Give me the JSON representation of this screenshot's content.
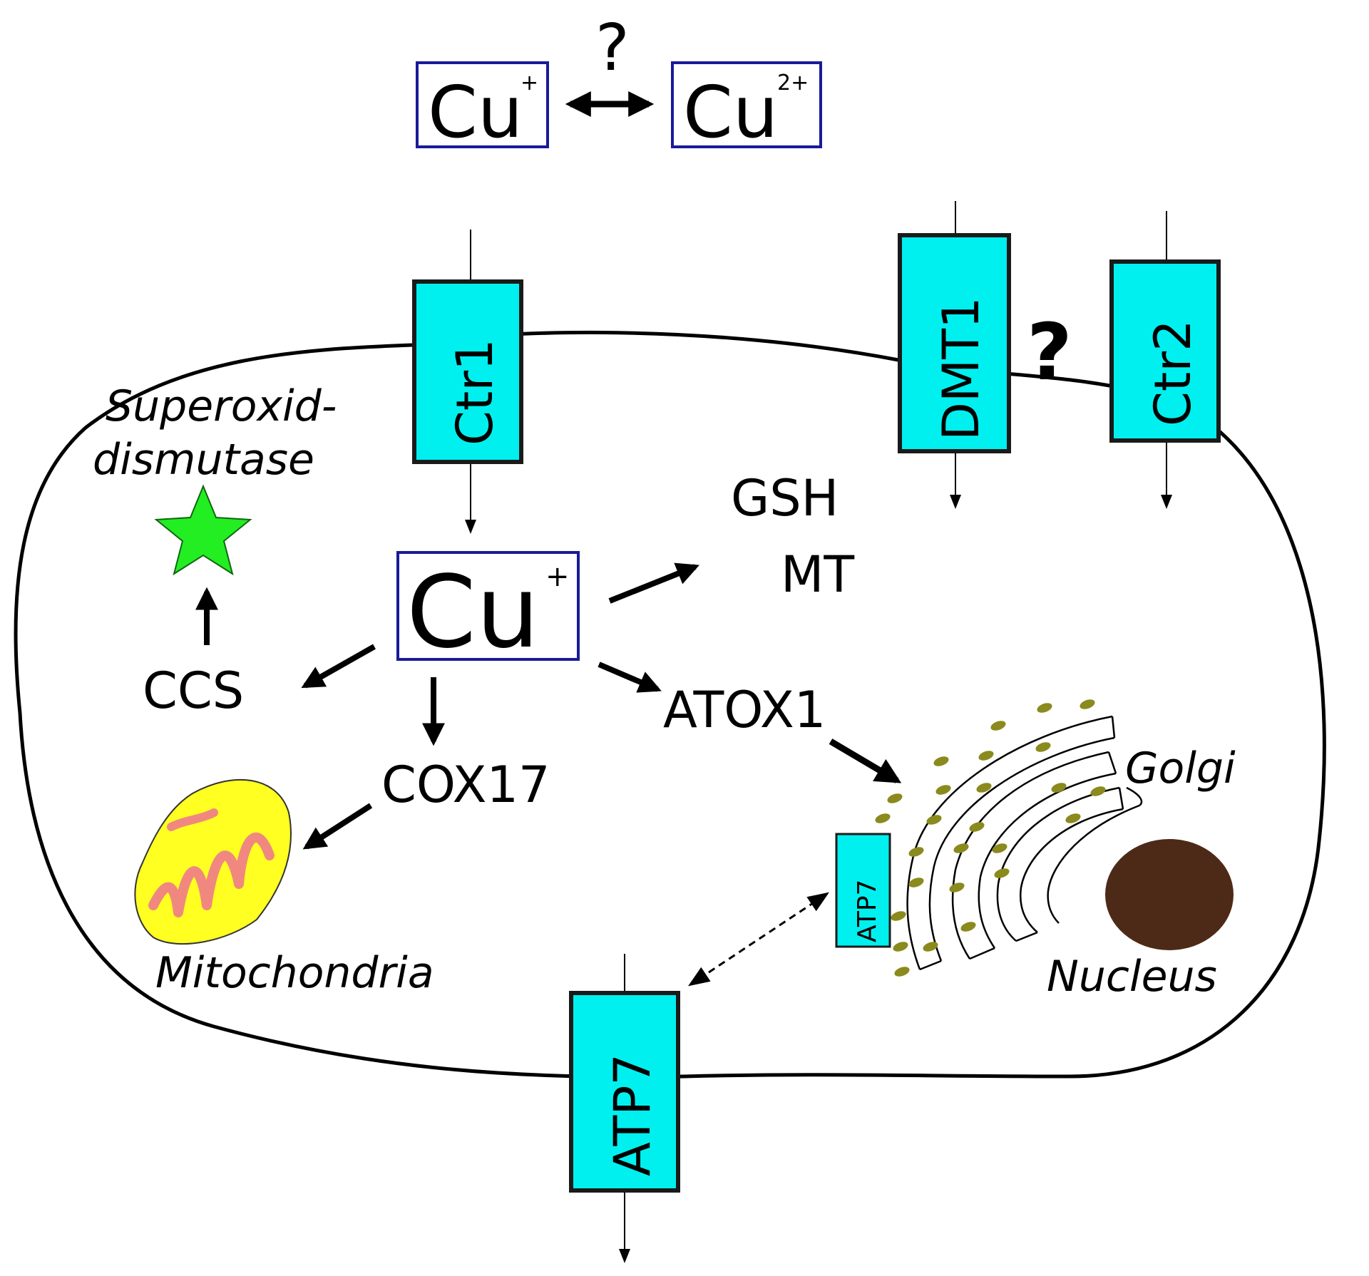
{
  "extracellular": {
    "cu_plus": {
      "base": "Cu",
      "charge": "+"
    },
    "cu_2plus": {
      "base": "Cu",
      "charge": "2+"
    },
    "equilibrium_question": "?"
  },
  "transporters": {
    "ctr1": "Ctr1",
    "dmt1": "DMT1",
    "ctr2": "Ctr2",
    "atp7_membrane": "ATP7",
    "atp7_golgi": "ATP7",
    "dmt1_ctr2_question": "?"
  },
  "cytosol": {
    "cu_plus": {
      "base": "Cu",
      "charge": "+"
    },
    "chaperones": {
      "gsh": "GSH",
      "mt": "MT",
      "ccs": "CCS",
      "cox17": "COX17",
      "atox1": "ATOX1"
    }
  },
  "organelles": {
    "sod_line1": "Superoxid-",
    "sod_line2": "dismutase",
    "mitochondria": "Mitochondria",
    "golgi": "Golgi",
    "nucleus": "Nucleus"
  },
  "colors": {
    "transporter_fill": "#00f0f0",
    "ion_box_stroke": "#1a1a9a",
    "sod_star": "#22ee22",
    "mito_fill": "#ffff22",
    "mito_cristae": "#f08880",
    "golgi_vesicles": "#8a8a1e",
    "nucleus_fill": "#4d2a17"
  }
}
